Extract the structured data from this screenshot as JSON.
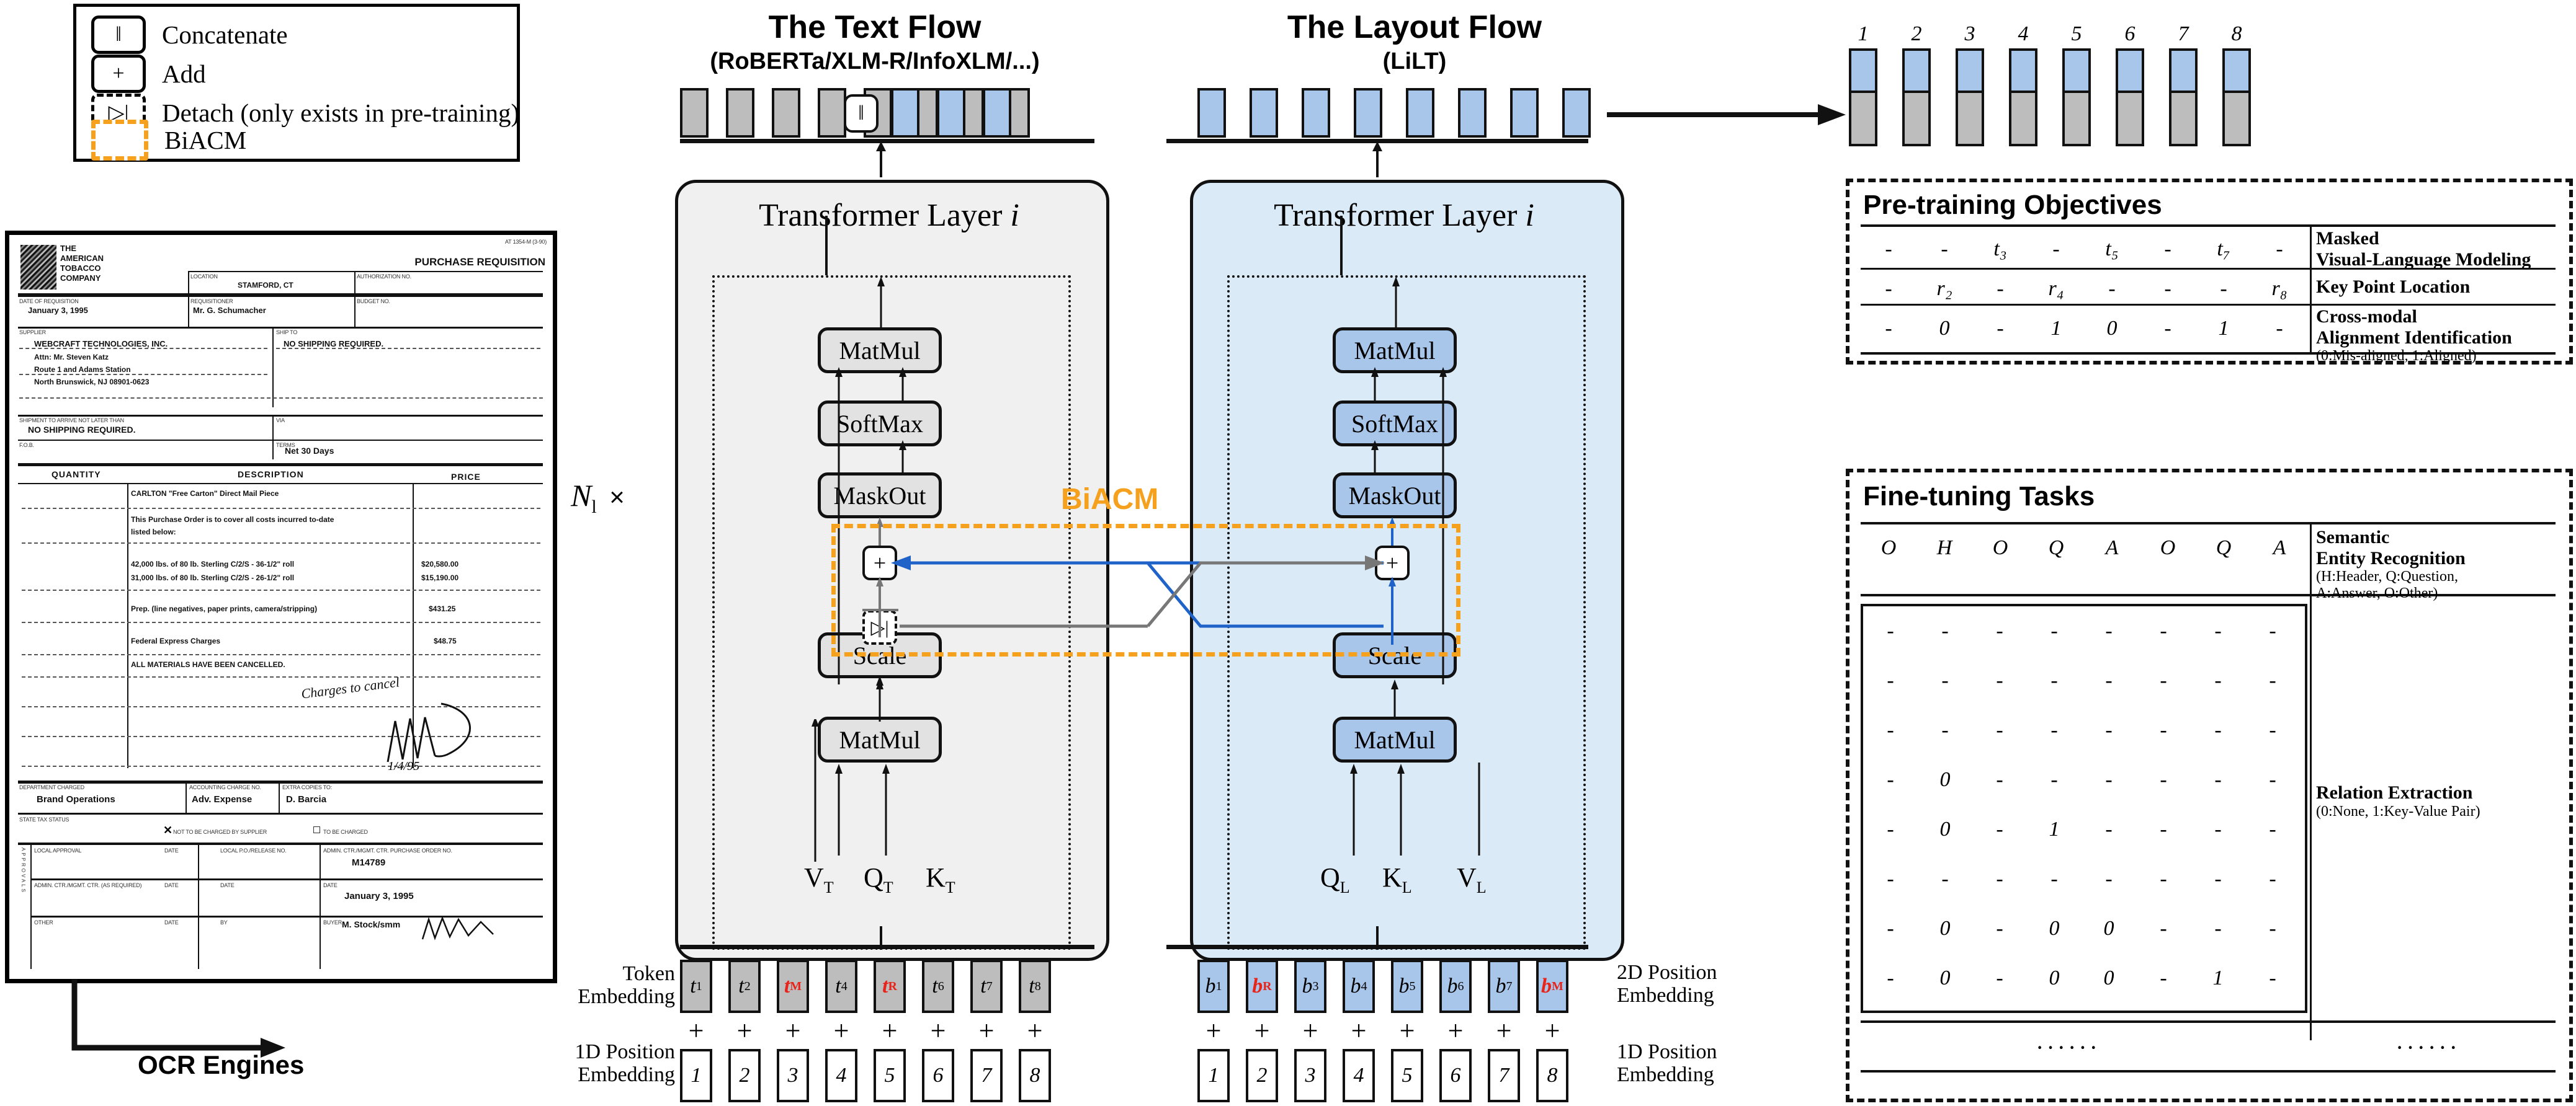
{
  "legend": {
    "items": [
      {
        "glyph": "‖",
        "label": "Concatenate",
        "kind": "solid",
        "name": "concatenate"
      },
      {
        "glyph": "+",
        "label": "Add",
        "kind": "solid",
        "name": "add"
      },
      {
        "glyph": "▷|",
        "label": "Detach (only exists in pre-training)",
        "kind": "dashed",
        "name": "detach"
      },
      {
        "glyph": "",
        "label": "BiACM",
        "kind": "biacm",
        "name": "biacm"
      }
    ]
  },
  "document": {
    "form_code": "AT 1354-M (3-90)",
    "title": "PURCHASE REQUISITION",
    "company": [
      "THE",
      "AMERICAN",
      "TOBACCO",
      "COMPANY"
    ],
    "fields": [
      {
        "label": "LOCATION",
        "value": "STAMFORD, CT"
      },
      {
        "label": "AUTHORIZATION NO.",
        "value": ""
      },
      {
        "label": "DATE OF REQUISITION",
        "value": "January 3, 1995"
      },
      {
        "label": "REQUISITIONER",
        "value": "Mr. G. Schumacher"
      },
      {
        "label": "BUDGET NO.",
        "value": ""
      },
      {
        "label": "SUPPLIER",
        "value": ""
      },
      {
        "label": "SHIP TO",
        "value": "NO SHIPPING REQUIRED."
      },
      {
        "label": "SHIPMENT TO ARRIVE NOT LATER THAN",
        "value": "NO SHIPPING REQUIRED."
      },
      {
        "label": "VIA",
        "value": ""
      },
      {
        "label": "F.O.B.",
        "value": ""
      },
      {
        "label": "TERMS",
        "value": "Net 30 Days"
      }
    ],
    "supplier_lines": [
      "WEBCRAFT TECHNOLOGIES, INC.",
      "Attn: Mr. Steven Katz",
      "Route 1 and Adams Station",
      "North Brunswick, NJ 08901-0623"
    ],
    "table": {
      "headers": [
        "QUANTITY",
        "DESCRIPTION",
        "PRICE"
      ],
      "rows": [
        {
          "qty": "",
          "desc": "CARLTON \"Free Carton\" Direct Mail Piece",
          "price": ""
        },
        {
          "qty": "",
          "desc": "This Purchase Order is to cover all costs incurred to-date",
          "price": ""
        },
        {
          "qty": "",
          "desc": "listed below:",
          "price": ""
        },
        {
          "qty": "",
          "desc": "42,000 lbs. of 80 lb. Sterling C/2/S - 36-1/2\" roll",
          "price": "$20,580.00"
        },
        {
          "qty": "",
          "desc": "31,000 lbs. of 80 lb. Sterling C/2/S - 26-1/2\" roll",
          "price": "$15,190.00"
        },
        {
          "qty": "",
          "desc": "Prep. (line negatives, paper prints, camera/stripping)",
          "price": "$431.25"
        },
        {
          "qty": "",
          "desc": "Federal Express Charges",
          "price": "$48.75"
        },
        {
          "qty": "",
          "desc": "ALL MATERIALS HAVE BEEN CANCELLED.",
          "price": ""
        }
      ]
    },
    "handwriting": [
      "Charges to cancel",
      "1/4/95"
    ],
    "footer": {
      "department_label": "DEPARTMENT CHARGED",
      "department_value": "Brand Operations",
      "acct_label": "ACCOUNTING CHARGE NO.",
      "acct_value": "Adv. Expense",
      "copies_label": "EXTRA COPIES TO:",
      "copies_value": "D. Barcia",
      "tax_label": "STATE TAX STATUS",
      "tax_opt1": "NOT TO BE CHARGED BY SUPPLIER",
      "tax_opt2": "TO BE CHARGED",
      "approvals": "APPROVALS",
      "rows": [
        {
          "a": "LOCAL APPROVAL",
          "b": "DATE",
          "c": "LOCAL P.O./RELEASE NO.",
          "d": "ADMIN. CTR./MGMT. CTR. PURCHASE ORDER NO.",
          "dv": "M14789"
        },
        {
          "a": "ADMIN. CTR./MGMT. CTR. (AS REQUIRED)",
          "b": "DATE",
          "c": "DATE",
          "d": "DATE",
          "dv": "January 3, 1995"
        },
        {
          "a": "OTHER",
          "b": "DATE",
          "c": "BY",
          "d": "BUYER",
          "dv": "M. Stock/smm"
        }
      ]
    },
    "ocr_label": "OCR Engines"
  },
  "text_flow": {
    "title": "The Text Flow",
    "subtitle": "(RoBERTa/XLM-R/InfoXLM/...)",
    "layer_label": "Transformer Layer i",
    "repeat_label": "N",
    "repeat_sub": "l",
    "repeat_times": "×",
    "ops": [
      "MatMul",
      "SoftMax",
      "MaskOut",
      "Scale",
      "MatMul"
    ],
    "inputs": [
      "V",
      "Q",
      "K"
    ],
    "input_sub": "T",
    "tokens": [
      "t₁",
      "t₂",
      "tᴹ",
      "t₄",
      "tᴿ",
      "t₆",
      "t₇",
      "t₈"
    ],
    "token_base": [
      "t",
      "t",
      "t",
      "t",
      "t",
      "t",
      "t",
      "t"
    ],
    "token_sub": [
      "1",
      "2",
      "M",
      "4",
      "R",
      "6",
      "7",
      "8"
    ],
    "token_red": [
      false,
      false,
      true,
      false,
      true,
      false,
      false,
      false
    ],
    "pos_ids": [
      "1",
      "2",
      "3",
      "4",
      "5",
      "6",
      "7",
      "8"
    ],
    "token_emb_label": [
      "Token",
      "Embedding"
    ],
    "pos_emb_label": [
      "1D Position",
      "Embedding"
    ],
    "plus": "+"
  },
  "layout_flow": {
    "title": "The Layout Flow",
    "subtitle": "(LiLT)",
    "layer_label": "Transformer Layer i",
    "ops": [
      "MatMul",
      "SoftMax",
      "MaskOut",
      "Scale",
      "MatMul"
    ],
    "inputs": [
      "Q",
      "K",
      "V"
    ],
    "input_sub": "L",
    "token_base": [
      "b",
      "b",
      "b",
      "b",
      "b",
      "b",
      "b",
      "b"
    ],
    "token_sub": [
      "1",
      "R",
      "3",
      "4",
      "5",
      "6",
      "7",
      "M"
    ],
    "token_red": [
      false,
      true,
      false,
      false,
      false,
      false,
      false,
      true
    ],
    "pos_ids": [
      "1",
      "2",
      "3",
      "4",
      "5",
      "6",
      "7",
      "8"
    ],
    "token_emb_label": [
      "2D Position",
      "Embedding"
    ],
    "pos_emb_label": [
      "1D Position",
      "Embedding"
    ],
    "plus": "+"
  },
  "biacm": {
    "label": "BiACM",
    "color": "#f5a11e",
    "plus": "+",
    "detach": "▷|"
  },
  "concat": {
    "glyph": "‖"
  },
  "output": {
    "ids": [
      "1",
      "2",
      "3",
      "4",
      "5",
      "6",
      "7",
      "8"
    ]
  },
  "pretraining": {
    "title": "Pre-training Objectives",
    "rows": [
      {
        "cells": [
          "-",
          "-",
          "t₃",
          "-",
          "t₅",
          "-",
          "t₇",
          "-"
        ],
        "label_lines": [
          "Masked",
          "Visual-Language Modeling"
        ],
        "sub": ""
      },
      {
        "cells": [
          "-",
          "r₂",
          "-",
          "r₄",
          "-",
          "-",
          "-",
          "r₈"
        ],
        "label_lines": [
          "Key Point Location"
        ],
        "sub": ""
      },
      {
        "cells": [
          "-",
          "0",
          "-",
          "1",
          "0",
          "-",
          "1",
          "-"
        ],
        "label_lines": [
          "Cross-modal",
          "Alignment Identification"
        ],
        "sub": "(0:Mis-aligned, 1:Aligned)"
      }
    ]
  },
  "finetuning": {
    "title": "Fine-tuning Tasks",
    "ser_row": {
      "cells": [
        "O",
        "H",
        "O",
        "Q",
        "A",
        "O",
        "Q",
        "A"
      ],
      "label_lines": [
        "Semantic",
        "Entity Recognition"
      ],
      "sub_lines": [
        "(H:Header, Q:Question,",
        " A:Answer, O:Other)"
      ]
    },
    "re": {
      "label_lines": [
        "Relation Extraction"
      ],
      "sub": "(0:None, 1:Key-Value Pair)",
      "rows": [
        [
          "-",
          "-",
          "-",
          "-",
          "-",
          "-",
          "-",
          "-"
        ],
        [
          "-",
          "-",
          "-",
          "-",
          "-",
          "-",
          "-",
          "-"
        ],
        [
          "-",
          "-",
          "-",
          "-",
          "-",
          "-",
          "-",
          "-"
        ],
        [
          "-",
          "0",
          "-",
          "-",
          "-",
          "-",
          "-",
          "-"
        ],
        [
          "-",
          "0",
          "-",
          "1",
          "-",
          "-",
          "-",
          "-"
        ],
        [
          "-",
          "-",
          "-",
          "-",
          "-",
          "-",
          "-",
          "-"
        ],
        [
          "-",
          "0",
          "-",
          "0",
          "0",
          "-",
          "-",
          "-"
        ],
        [
          "-",
          "0",
          "-",
          "0",
          "0",
          "-",
          "1",
          "-"
        ]
      ]
    },
    "ellipsis_left": "······",
    "ellipsis_right": "······"
  },
  "colors": {
    "accent": "#f5a11e",
    "blue": "#a8c5ea",
    "grey": "#bdbdbd",
    "line_blue": "#1f63c8",
    "line_grey": "#777",
    "red": "#e8231a"
  }
}
